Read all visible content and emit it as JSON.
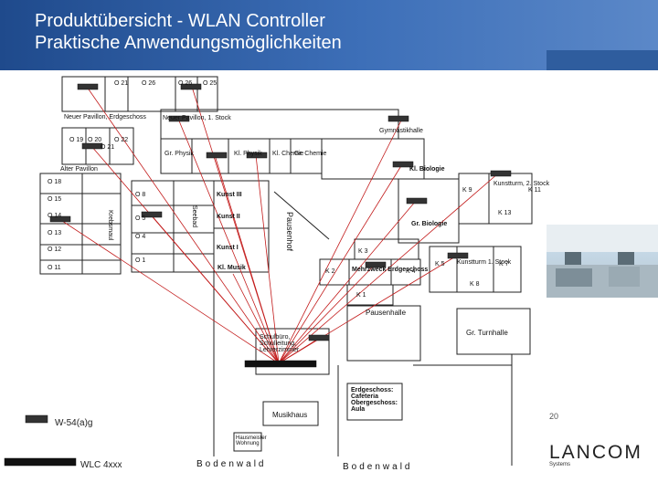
{
  "title": {
    "line1": "Produktübersicht - WLAN Controller",
    "line2": "Praktische Anwendungsmöglichkeiten"
  },
  "rooms": {
    "r26a": "O 26",
    "r26b": "O 26",
    "r25": "O 25",
    "r21": "O 21",
    "neuer_pav_eg": "Neuer Pavillon, Erdgeschoss",
    "neuer_pav_1": "Neuer Pavillon, 1. Stock",
    "gymnastik": "Gymnastikhalle",
    "r19": "O 19",
    "r20": "O 20",
    "r21b": "O 21",
    "r22": "O 22",
    "alter_pav": "Alter Pavillon",
    "gr_physik": "Gr. Physik",
    "kl_physik": "Kl. Physik",
    "kl_chemie": "Kl. Chemie",
    "gr_chemie": "Gr. Chemie",
    "kl_biologie": "Kl. Biologie",
    "r18": "O 18",
    "r15": "O 15",
    "r14": "O 14",
    "r13": "O 13",
    "r12": "O 12",
    "r11": "O 11",
    "r8": "O 8",
    "r5": "O 5",
    "r4": "O 4",
    "r1": "O 1",
    "kunst3": "Kunst III",
    "kunst2": "Kunst II",
    "kunst1": "Kunst I",
    "pausenhof": "Pausenhof",
    "seebad": "Seebad",
    "krebsmaul": "Krebsmaul",
    "kl_musik": "Kl. Musik",
    "gr_biologie": "Gr. Biologie",
    "k9": "K 9",
    "k10": "Kunstturm, 2. Stock",
    "k11": "K 11",
    "k13": "K 13",
    "k3": "K 3",
    "k2": "K 2",
    "k4": "K 4",
    "k1": "K 1",
    "mehrzweck": "Mehrzweck Erdgeschoss",
    "k5": "K 5",
    "kunstturm1": "Kunstturm 1. Stock",
    "k7": "K 7",
    "k8": "K 8",
    "pausenhalle": "Pausenhalle",
    "gr_turnhalle": "Gr. Turnhalle",
    "schulbuero": "Schulbüro, Schulleitung, Lehrerzimmer",
    "erdgeschoss": "Erdgeschoss: Cafeteria Obergeschoss: Aula",
    "musikhaus": "Musikhaus",
    "hausmeister": "Hausmeister Wohnung",
    "bodenwald1": "Bodenwald",
    "bodenwald2": "Bodenwald"
  },
  "legend": {
    "ap": "W-54(a)g",
    "controller": "WLC 4xxx"
  },
  "page_number": "20",
  "logo": {
    "name": "LANCOM",
    "sub": "Systems"
  },
  "colors": {
    "header": "#2a5aa0",
    "link": "#c21a1a",
    "walls": "#222222"
  }
}
